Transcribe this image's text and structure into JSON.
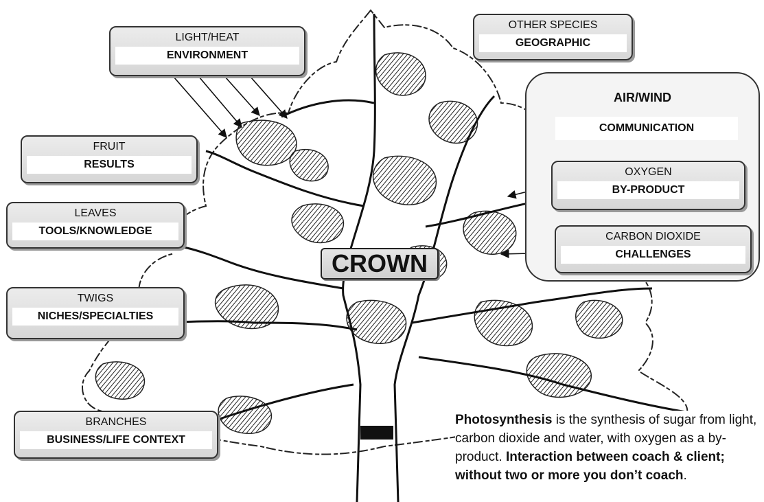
{
  "crown": "CROWN",
  "boxes": {
    "light_heat": {
      "top": "LIGHT/HEAT",
      "band": "ENVIRONMENT"
    },
    "other_species": {
      "top": "OTHER SPECIES",
      "band": "GEOGRAPHIC"
    },
    "fruit": {
      "top": "FRUIT",
      "band": "RESULTS"
    },
    "leaves": {
      "top": "LEAVES",
      "band": "TOOLS/KNOWLEDGE"
    },
    "twigs": {
      "top": "TWIGS",
      "band": "NICHES/SPECIALTIES"
    },
    "branches": {
      "top": "BRANCHES",
      "band": "BUSINESS/LIFE CONTEXT"
    },
    "oxygen": {
      "top": "OXYGEN",
      "band": "BY-PRODUCT"
    },
    "carbon_dioxide": {
      "top": "CARBON DIOXIDE",
      "band": "CHALLENGES"
    }
  },
  "air_wind": {
    "title": "AIR/WIND",
    "band": "COMMUNICATION"
  },
  "photosynthesis": {
    "term": "Photosynthesis",
    "definition": " is the synthesis of sugar from light, carbon dioxide and water, with oxygen as a by-product.",
    "interaction": "Interaction between coach & client; without two or more you don’t coach",
    "end": "."
  }
}
